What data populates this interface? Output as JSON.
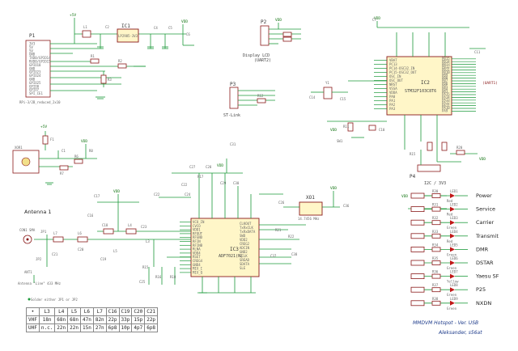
{
  "connectors": {
    "p1": {
      "ref": "P1",
      "desc": "RPi-3/2B_reduced_2x10",
      "pins": [
        "3V3",
        "5V",
        "5V",
        "GND",
        "TXD0/GPIO14",
        "RXD0/GPIO15",
        "GPIO18",
        "GND",
        "GPIO23",
        "GPIO24",
        "GND",
        "GPIO25",
        "GPIO8",
        "GPIO7",
        "SPI_CE1"
      ]
    },
    "p2": {
      "ref": "P2",
      "desc": "Display LCD",
      "sub": "(UART2)"
    },
    "p3": {
      "ref": "P3",
      "desc": "ST-Link"
    },
    "p4": {
      "ref": "P4",
      "desc": "I2C / 3V3"
    }
  },
  "ics": {
    "ic1": {
      "ref": "IC1",
      "part": "LP2985-3V3"
    },
    "ic2": {
      "ref": "IC2",
      "part": "STM32F103C8T6",
      "left_pins": [
        "VBAT",
        "PC13",
        "PC14-OSC32_IN",
        "PC15-OSC32_OUT",
        "OSC_IN",
        "OSC_OUT",
        "NRST",
        "VSSA",
        "VDDA",
        "PA0",
        "PA1",
        "PA2",
        "PA3"
      ],
      "right_pins": [
        "PB15",
        "PB14",
        "PB13",
        "PB12",
        "PB11",
        "PB10",
        "PB9",
        "PB8",
        "PB7",
        "PB6",
        "PB5",
        "PB4",
        "PB3",
        "PA15",
        "PA14",
        "PA13",
        "PA12",
        "PA11",
        "PA10",
        "PA9"
      ]
    },
    "ic3": {
      "ref": "IC3",
      "part": "ADF7021(N)",
      "left_pins": [
        "VCO_IN",
        "CVCO",
        "VDD1",
        "RFOUT",
        "RFGND",
        "RFIN",
        "RFINB",
        "RLNA",
        "VDD4",
        "RSET",
        "CREG4",
        "GND4",
        "MIX_I",
        "MIX_Q"
      ],
      "right_pins": [
        "CLKOUT",
        "TxRxCLK",
        "TxRxDATA",
        "SWD",
        "VDD2",
        "CREG2",
        "ADCIN",
        "GND2",
        "SCLK",
        "SREAD",
        "SDATA",
        "SLE"
      ]
    }
  },
  "xo": {
    "ref": "XO1",
    "value": "14.7456 MHz"
  },
  "antenna": {
    "ref": "Antenna 1",
    "sma": "CON1 SMA",
    "ant": "ANT1",
    "note": "Antenna \"Line\" 433 MHz"
  },
  "power_nets": [
    "+5V",
    "VDD",
    "GND"
  ],
  "leds": [
    {
      "ref": "LED1",
      "label": "Power",
      "color": "Red"
    },
    {
      "ref": "LED2",
      "label": "Service",
      "color": "Red"
    },
    {
      "ref": "LED3",
      "label": "Carrier",
      "color": "Green"
    },
    {
      "ref": "LED4",
      "label": "Transmit",
      "color": "Red"
    },
    {
      "ref": "LED5",
      "label": "DMR",
      "color": "Green"
    },
    {
      "ref": "LED6",
      "label": "DSTAR",
      "color": "Green"
    },
    {
      "ref": "LED7",
      "label": "Yaesu SF",
      "color": "Yellow"
    },
    {
      "ref": "LED8",
      "label": "P25",
      "color": "Green"
    },
    {
      "ref": "LED9",
      "label": "NXDN",
      "color": "Green"
    }
  ],
  "notes": {
    "solder": "Solder either JP1 or JP2"
  },
  "table": {
    "headers": [
      "",
      "L3",
      "L4",
      "L5",
      "L6",
      "L7",
      "C16",
      "C19",
      "C20",
      "C21"
    ],
    "rows": [
      [
        "VHF",
        "18n",
        "68n",
        "68n",
        "47n",
        "82n",
        "22p",
        "33p",
        "15p",
        "22p"
      ],
      [
        "UHF",
        "n.c.",
        "22n",
        "22n",
        "15n",
        "27n",
        "6p8",
        "10p",
        "4p7",
        "6p8"
      ]
    ]
  },
  "title_block": {
    "line1": "MMDVM Hotspot - Ver. USB",
    "line2": "Aleksander, s56at"
  },
  "colors": {
    "wire": "#1c9a3a",
    "component": "#8a1a1a",
    "ic_fill": "#fff6c8",
    "led": "#c01818"
  }
}
